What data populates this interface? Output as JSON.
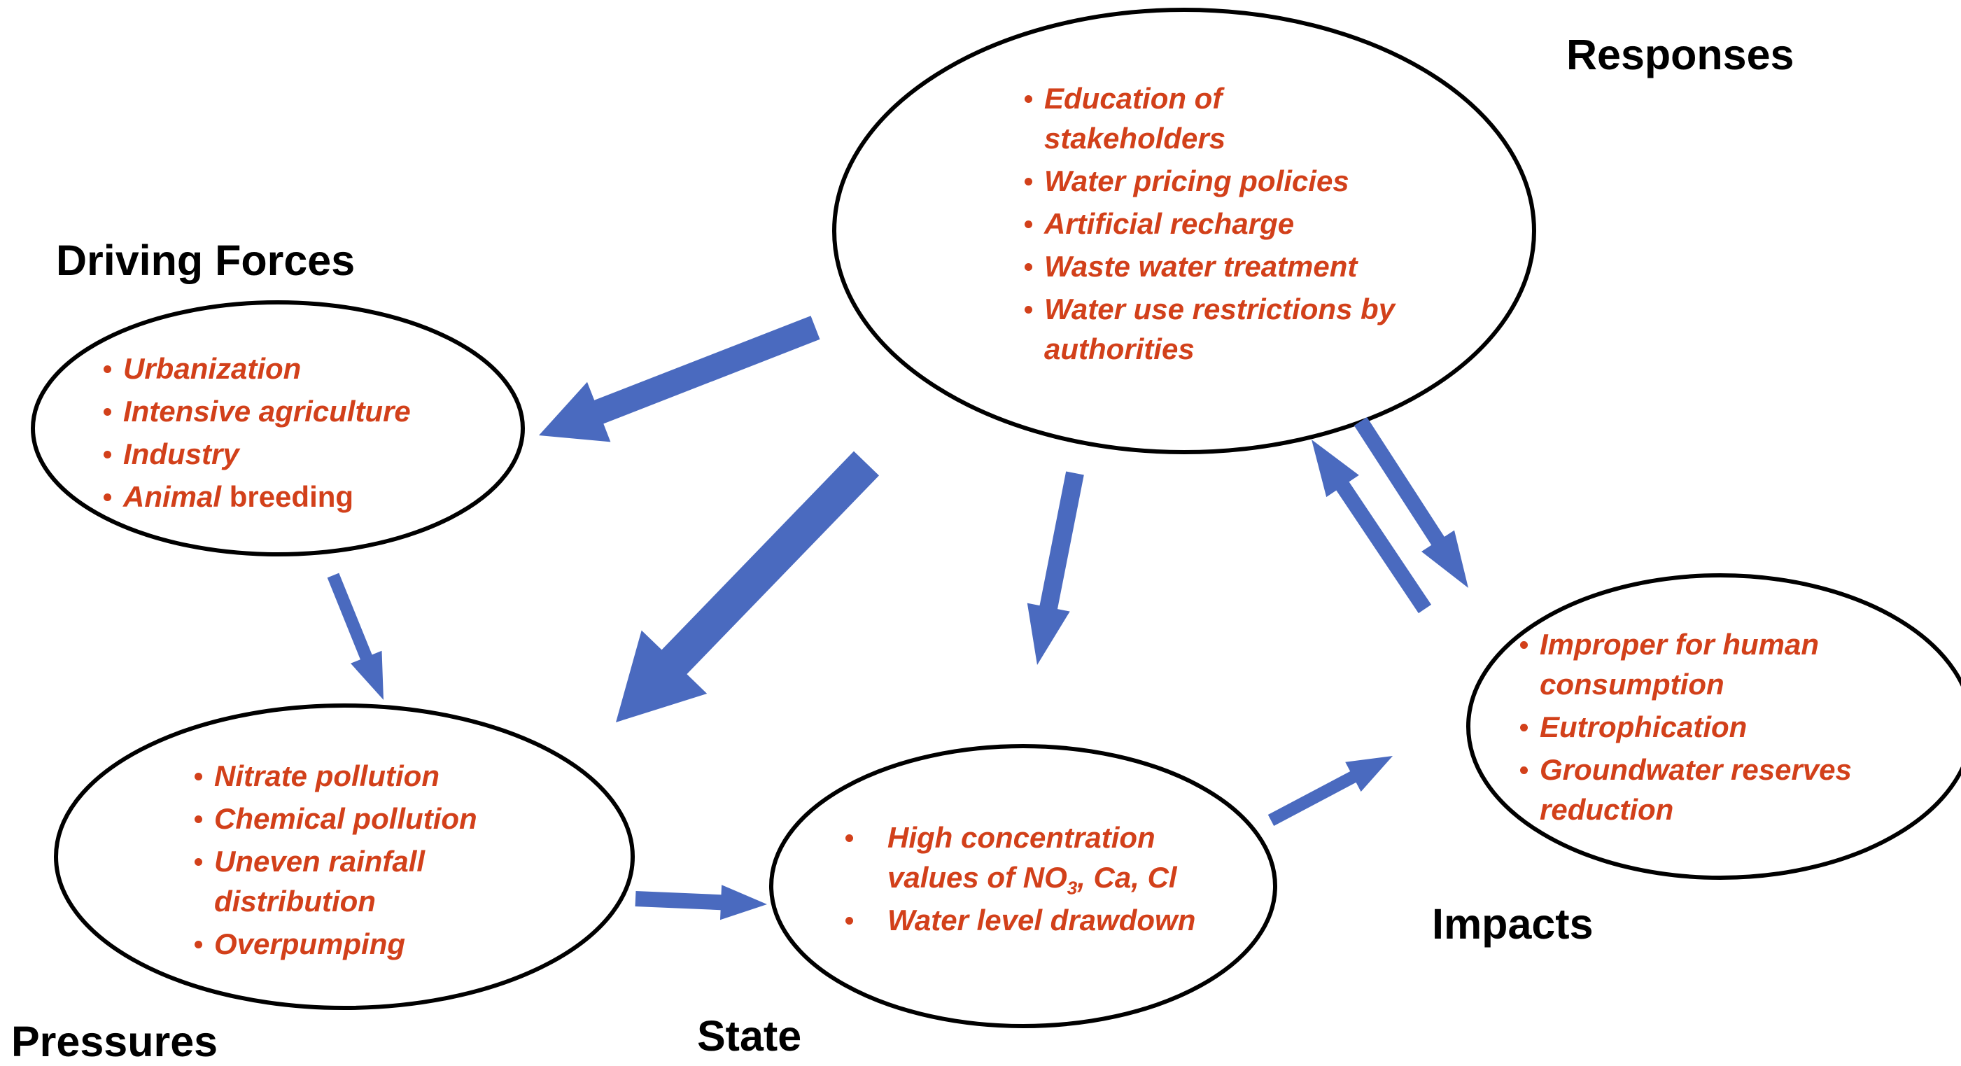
{
  "headings": {
    "responses": "Responses",
    "driving_forces": "Driving Forces",
    "pressures": "Pressures",
    "state": "State",
    "impacts": "Impacts"
  },
  "responses": {
    "items": [
      {
        "lines": [
          "Education of",
          "stakeholders"
        ]
      },
      {
        "lines": [
          "Water pricing policies"
        ]
      },
      {
        "lines": [
          "Artificial recharge"
        ]
      },
      {
        "lines": [
          "Waste water treatment"
        ]
      },
      {
        "lines": [
          "Water use restrictions by",
          "authorities"
        ]
      }
    ]
  },
  "driving_forces": {
    "items": [
      {
        "lines": [
          "Urbanization"
        ]
      },
      {
        "lines": [
          "Intensive agriculture"
        ]
      },
      {
        "lines": [
          "Industry"
        ]
      },
      {
        "italic": "Animal",
        "normal": " breeding"
      }
    ]
  },
  "pressures": {
    "items": [
      {
        "lines": [
          "Nitrate pollution"
        ]
      },
      {
        "lines": [
          "Chemical pollution"
        ]
      },
      {
        "lines": [
          "Uneven rainfall",
          "distribution"
        ]
      },
      {
        "lines": [
          "Overpumping"
        ]
      }
    ]
  },
  "state": {
    "items": [
      {
        "line1": "High concentration",
        "line2_prefix": "values of NO",
        "line2_sub": "3",
        "line2_suffix": ", Ca, Cl"
      },
      {
        "lines": [
          "Water level drawdown"
        ]
      }
    ]
  },
  "impacts": {
    "items": [
      {
        "lines": [
          "Improper  for human",
          "consumption"
        ]
      },
      {
        "lines": [
          "Eutrophication"
        ]
      },
      {
        "lines": [
          "Groundwater reserves",
          "reduction"
        ]
      }
    ]
  },
  "colors": {
    "item_text": "#d2401a",
    "arrow": "#4a6abf",
    "outline": "#000000"
  }
}
